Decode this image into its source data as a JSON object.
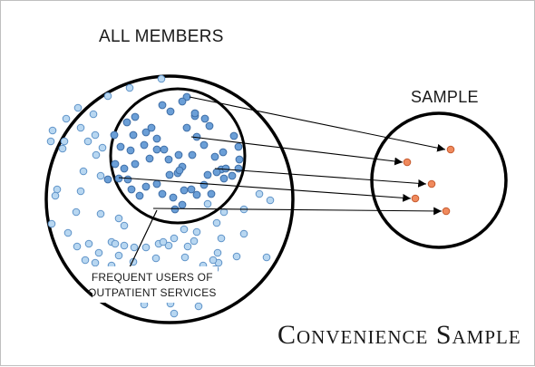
{
  "labels": {
    "population": "ALL MEMBERS",
    "sample": "SAMPLE",
    "subgroup_line1": "FREQUENT USERS OF",
    "subgroup_line2": "OUTPATIENT SERVICES",
    "title": "Convenience Sample"
  },
  "colors": {
    "population_dot": "#b8d7f1",
    "population_dot_stroke": "#5f93c8",
    "subgroup_dot": "#6b9fd7",
    "subgroup_dot_stroke": "#3e6ea7",
    "sample_dot": "#f08a5d",
    "sample_dot_stroke": "#c55a2e",
    "outline": "#000000"
  }
}
